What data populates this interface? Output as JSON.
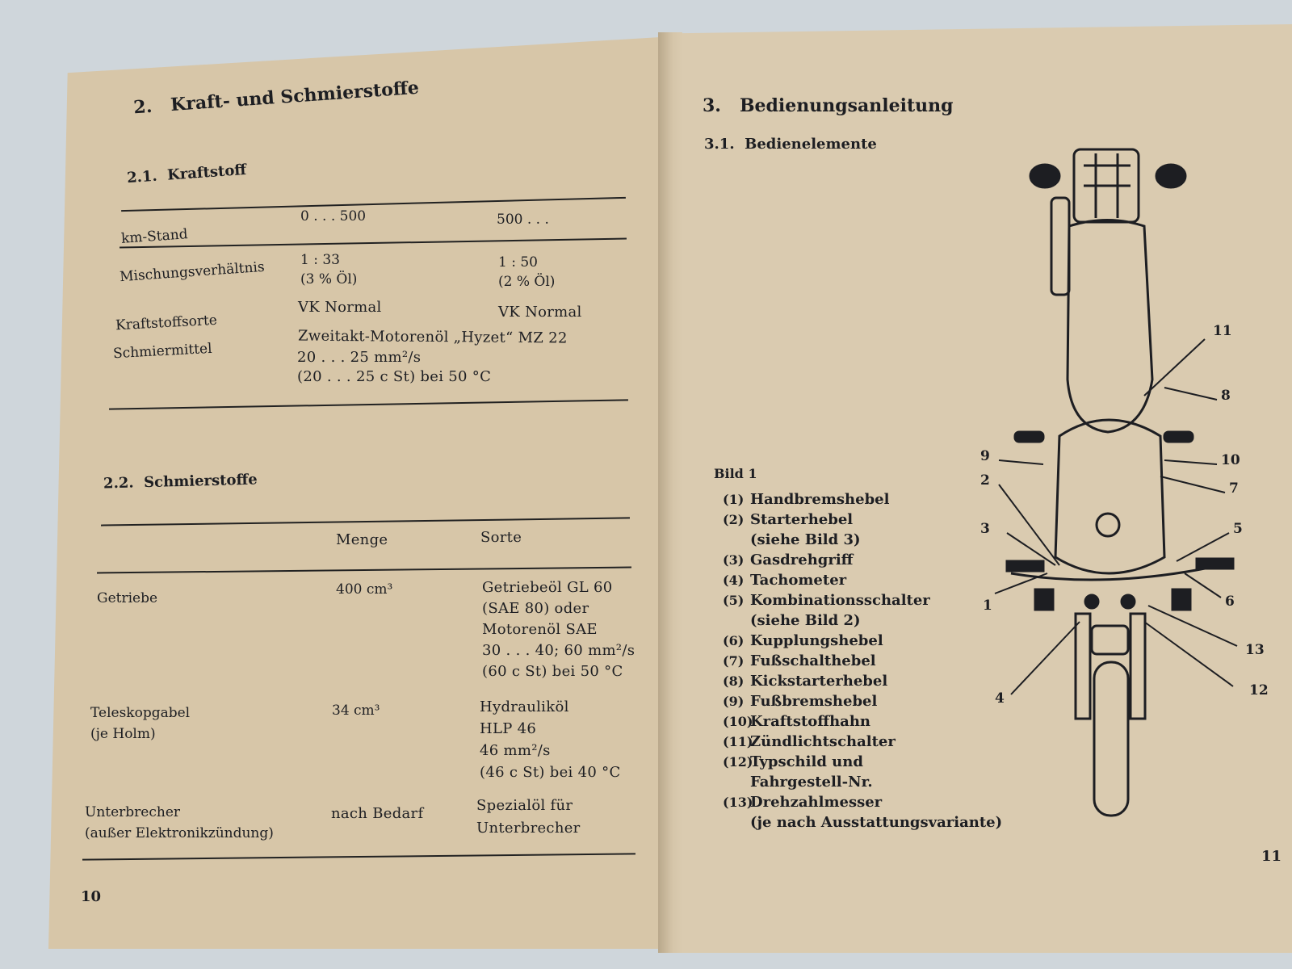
{
  "left_page": {
    "section_title": {
      "num": "2.",
      "text": "Kraft- und Schmierstoffe"
    },
    "fuel": {
      "num": "2.1.",
      "title": "Kraftstoff",
      "rows": [
        {
          "label": "km-Stand",
          "col1": "0 . . . 500",
          "col2": "500 . . ."
        },
        {
          "label": "Mischungsverhältnis",
          "col1": "1 : 33",
          "col1b": "(3 % Öl)",
          "col2": "1 : 50",
          "col2b": "(2 % Öl)"
        },
        {
          "label": "Kraftstoffsorte",
          "col1": "VK Normal",
          "col2": "VK Normal"
        },
        {
          "label": "Schmiermittel",
          "lines": [
            "Zweitakt-Motorenöl „Hyzet“ MZ 22",
            "20 . . . 25 mm²/s",
            "(20 . . . 25 c St) bei 50 °C"
          ]
        }
      ]
    },
    "lubricants": {
      "num": "2.2.",
      "title": "Schmierstoffe",
      "headers": [
        "Menge",
        "Sorte"
      ],
      "rows": [
        {
          "label": [
            "Getriebe"
          ],
          "amount": "400 cm³",
          "type": [
            "Getriebeöl GL 60",
            "(SAE 80)  oder",
            "Motorenöl SAE",
            "30 . . . 40; 60 mm²/s",
            "(60 c St)  bei 50 °C"
          ]
        },
        {
          "label": [
            "Teleskopgabel",
            "(je Holm)"
          ],
          "amount": "34 cm³",
          "type": [
            "Hydrauliköl",
            "HLP 46",
            "46 mm²/s",
            "(46 c St)  bei 40 °C"
          ]
        },
        {
          "label": [
            "Unterbrecher",
            "(außer Elektronikzündung)"
          ],
          "amount": "nach Bedarf",
          "type": [
            "Spezialöl für",
            "Unterbrecher"
          ]
        }
      ]
    },
    "page_number": "10"
  },
  "right_page": {
    "section_title": {
      "num": "3.",
      "text": "Bedienungsanleitung"
    },
    "subsection": {
      "num": "3.1.",
      "text": "Bedienelemente"
    },
    "figure_label": "Bild 1",
    "legend": [
      {
        "n": "(1)",
        "text": "Handbremshebel"
      },
      {
        "n": "(2)",
        "text": "Starterhebel"
      },
      {
        "n": "",
        "text": "(siehe Bild 3)"
      },
      {
        "n": "(3)",
        "text": "Gasdrehgriff"
      },
      {
        "n": "(4)",
        "text": "Tachometer"
      },
      {
        "n": "(5)",
        "text": "Kombinationsschalter"
      },
      {
        "n": "",
        "text": "(siehe Bild 2)"
      },
      {
        "n": "(6)",
        "text": "Kupplungshebel"
      },
      {
        "n": "(7)",
        "text": "Fußschalthebel"
      },
      {
        "n": "(8)",
        "text": "Kickstarterhebel"
      },
      {
        "n": "(9)",
        "text": "Fußbremshebel"
      },
      {
        "n": "(10)",
        "text": "Kraftstoffhahn"
      },
      {
        "n": "(11)",
        "text": "Zündlichtschalter"
      },
      {
        "n": "(12)",
        "text": "Typschild und"
      },
      {
        "n": "",
        "text": "Fahrgestell-Nr."
      },
      {
        "n": "(13)",
        "text": "Drehzahlmesser"
      },
      {
        "n": "",
        "text": "(je nach Ausstattungsvariante)"
      }
    ],
    "callouts": [
      "1",
      "2",
      "3",
      "4",
      "5",
      "6",
      "7",
      "8",
      "9",
      "10",
      "11",
      "12",
      "13"
    ],
    "page_number": "11"
  }
}
